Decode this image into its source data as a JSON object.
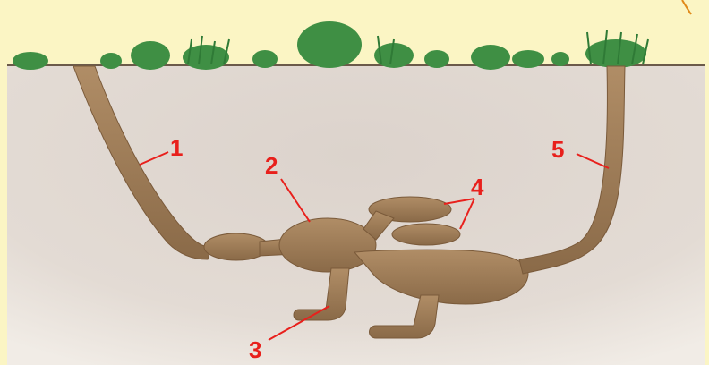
{
  "diagram": {
    "labels": [
      {
        "id": "1",
        "text": "1"
      },
      {
        "id": "2",
        "text": "2"
      },
      {
        "id": "3",
        "text": "3"
      },
      {
        "id": "4",
        "text": "4"
      },
      {
        "id": "5",
        "text": "5"
      }
    ]
  },
  "colors": {
    "background": "#fbf5c4",
    "soil": "#d9d0ca",
    "burrow": "#a07f5a",
    "label": "#e8201c",
    "grass": "#3f8f44"
  }
}
